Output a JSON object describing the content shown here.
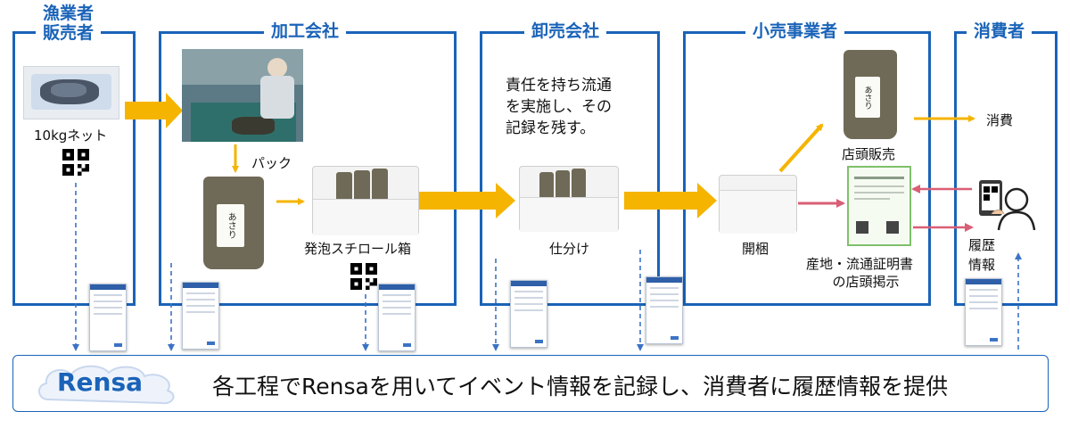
{
  "stages": {
    "fisher": {
      "title_line1": "漁業者",
      "title_line2": "販売者"
    },
    "processor": {
      "title": "加工会社"
    },
    "wholesaler": {
      "title": "卸売会社"
    },
    "retailer": {
      "title": "小売事業者"
    },
    "consumer": {
      "title": "消費者"
    }
  },
  "labels": {
    "net": "10kgネット",
    "pack": "パック",
    "styrofoam_box": "発泡スチロール箱",
    "responsibility_line1": "責任を持ち流通",
    "responsibility_line2": "を実施し、その",
    "responsibility_line3": "記録を残す。",
    "sorting": "仕分け",
    "unpacking": "開梱",
    "store_sale": "店頭販売",
    "consumption": "消費",
    "certificate_line1": "産地・流通証明書",
    "certificate_line2": "の店頭掲示",
    "history_line1": "履歴",
    "history_line2": "情報"
  },
  "product_label": "あさり",
  "banner": {
    "logo": "Rensa",
    "text": "各工程でRensaを用いてイベント情報を記録し、消費者に履歴情報を提供"
  },
  "colors": {
    "stage_border": "#1a63b8",
    "flow_arrow": "#f5b400",
    "certificate_arrow": "#d95f76",
    "record_arrow": "#3b73c4"
  }
}
